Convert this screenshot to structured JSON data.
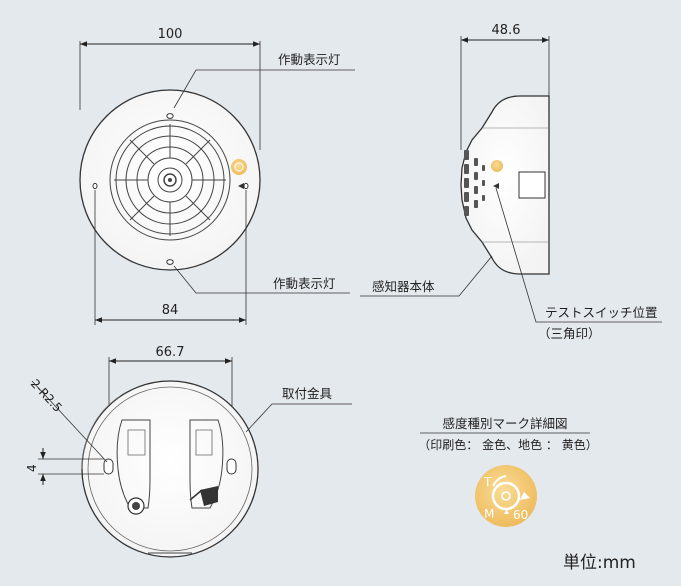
{
  "top_view": {
    "dim_width": "100",
    "dim_inner": "84",
    "label_indicator_top": "作動表示灯",
    "label_indicator_bottom": "作動表示灯"
  },
  "side_view": {
    "dim_depth": "48.6",
    "label_body": "感知器本体",
    "label_test_switch": "テストスイッチ位置",
    "label_test_switch_note": "（三角印）"
  },
  "base_view": {
    "dim_pitch": "66.7",
    "dim_slot_radius": "2-R2.5",
    "dim_slot_width": "4",
    "label_mount": "取付金具"
  },
  "mark_detail": {
    "title": "感度種別マーク詳細図",
    "subtitle": "（印刷色： 金色、地色 ： 黄色）",
    "letter_t": "T",
    "letter_m": "M",
    "number": "60",
    "colors": {
      "badge_fill": "#f2c66a",
      "badge_inner": "#f8d98c",
      "print": "#ffffff"
    }
  },
  "unit_note": "単位:mm"
}
